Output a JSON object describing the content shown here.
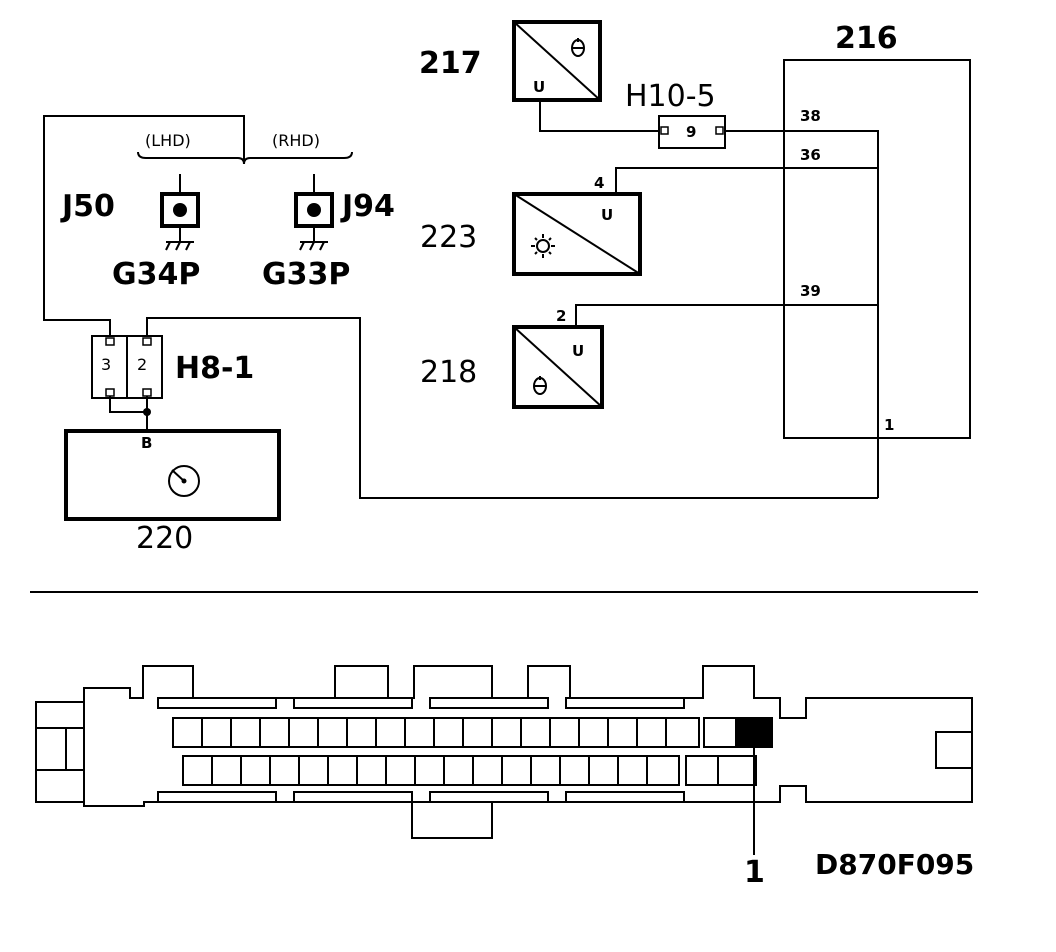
{
  "components": {
    "c217": "217",
    "c216": "216",
    "c223": "223",
    "c218": "218",
    "c220": "220",
    "h10_5": "H10-5",
    "h8_1": "H8-1",
    "j50": "J50",
    "j94": "J94",
    "g34p": "G34P",
    "g33p": "G33P"
  },
  "variants": {
    "lhd": "(LHD)",
    "rhd": "(RHD)"
  },
  "pins": {
    "p38": "38",
    "p36": "36",
    "p39": "39",
    "p1": "1",
    "h10_pin": "9",
    "h8_pin3": "3",
    "h8_pin2": "2",
    "c223_pin": "4",
    "c218_pin": "2",
    "c220_pin": "B",
    "u_217": "U",
    "u_223": "U",
    "u_218": "U"
  },
  "connector_view": {
    "callout": "1",
    "ref_code": "D870F095"
  }
}
